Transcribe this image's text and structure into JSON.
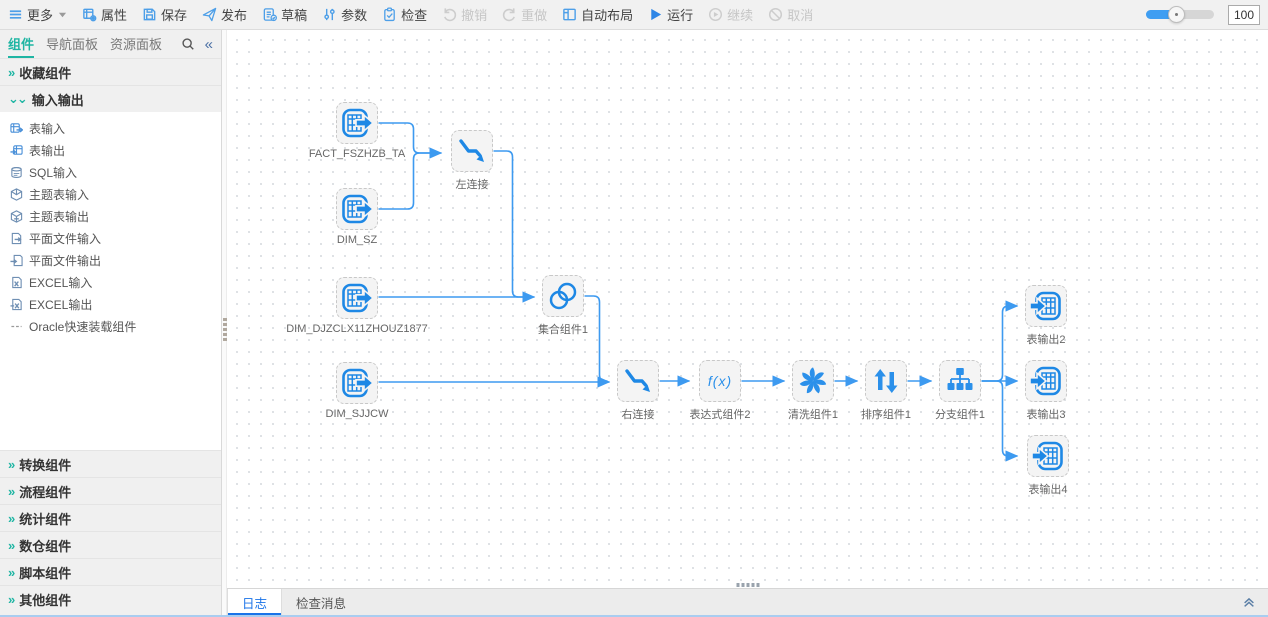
{
  "toolbar": {
    "buttons": [
      {
        "label": "更多",
        "state": "enabled"
      },
      {
        "label": "属性",
        "state": "enabled"
      },
      {
        "label": "保存",
        "state": "enabled"
      },
      {
        "label": "发布",
        "state": "enabled"
      },
      {
        "label": "草稿",
        "state": "enabled"
      },
      {
        "label": "参数",
        "state": "enabled"
      },
      {
        "label": "检查",
        "state": "enabled"
      },
      {
        "label": "撤销",
        "state": "disabled"
      },
      {
        "label": "重做",
        "state": "disabled"
      },
      {
        "label": "自动布局",
        "state": "enabled"
      },
      {
        "label": "运行",
        "state": "enabled"
      },
      {
        "label": "继续",
        "state": "disabled"
      },
      {
        "label": "取消",
        "state": "disabled"
      }
    ],
    "zoom_value": "100"
  },
  "sidebar": {
    "tabs": [
      {
        "label": "组件",
        "active": true
      },
      {
        "label": "导航面板",
        "active": false
      },
      {
        "label": "资源面板",
        "active": false
      }
    ],
    "sections": [
      {
        "label": "收藏组件",
        "expanded": false
      },
      {
        "label": "输入输出",
        "expanded": true
      },
      {
        "label": "转换组件",
        "expanded": false
      },
      {
        "label": "流程组件",
        "expanded": false
      },
      {
        "label": "统计组件",
        "expanded": false
      },
      {
        "label": "数仓组件",
        "expanded": false
      },
      {
        "label": "脚本组件",
        "expanded": false
      },
      {
        "label": "其他组件",
        "expanded": false
      }
    ],
    "io_items": [
      {
        "label": "表输入",
        "icon": "table-input-icon"
      },
      {
        "label": "表输出",
        "icon": "table-output-icon"
      },
      {
        "label": "SQL输入",
        "icon": "sql-input-icon"
      },
      {
        "label": "主题表输入",
        "icon": "subject-table-input-icon"
      },
      {
        "label": "主题表输出",
        "icon": "subject-table-output-icon"
      },
      {
        "label": "平面文件输入",
        "icon": "flat-file-input-icon"
      },
      {
        "label": "平面文件输出",
        "icon": "flat-file-output-icon"
      },
      {
        "label": "EXCEL输入",
        "icon": "excel-input-icon"
      },
      {
        "label": "EXCEL输出",
        "icon": "excel-output-icon"
      },
      {
        "label": "Oracle快速装载组件",
        "icon": "oracle-loader-icon"
      }
    ]
  },
  "canvas": {
    "nodes": [
      {
        "label": "FACT_FSZHZB_TA",
        "type": "table-input"
      },
      {
        "label": "DIM_SZ",
        "type": "table-input"
      },
      {
        "label": "左连接",
        "type": "join"
      },
      {
        "label": "DIM_DJZCLX11ZHOUZ1877",
        "type": "table-input"
      },
      {
        "label": "集合组件1",
        "type": "set"
      },
      {
        "label": "DIM_SJJCW",
        "type": "table-input"
      },
      {
        "label": "右连接",
        "type": "join"
      },
      {
        "label": "表达式组件2",
        "type": "expression"
      },
      {
        "label": "清洗组件1",
        "type": "clean"
      },
      {
        "label": "排序组件1",
        "type": "sort"
      },
      {
        "label": "分支组件1",
        "type": "branch"
      },
      {
        "label": "表输出2",
        "type": "table-output"
      },
      {
        "label": "表输出3",
        "type": "table-output"
      },
      {
        "label": "表输出4",
        "type": "table-output"
      }
    ],
    "connections": [
      {
        "from": "FACT_FSZHZB_TA",
        "to": "左连接"
      },
      {
        "from": "DIM_SZ",
        "to": "左连接"
      },
      {
        "from": "左连接",
        "to": "集合组件1"
      },
      {
        "from": "DIM_DJZCLX11ZHOUZ1877",
        "to": "集合组件1"
      },
      {
        "from": "集合组件1",
        "to": "右连接"
      },
      {
        "from": "DIM_SJJCW",
        "to": "右连接"
      },
      {
        "from": "右连接",
        "to": "表达式组件2"
      },
      {
        "from": "表达式组件2",
        "to": "清洗组件1"
      },
      {
        "from": "清洗组件1",
        "to": "排序组件1"
      },
      {
        "from": "排序组件1",
        "to": "分支组件1"
      },
      {
        "from": "分支组件1",
        "to": "表输出2"
      },
      {
        "from": "分支组件1",
        "to": "表输出3"
      },
      {
        "from": "分支组件1",
        "to": "表输出4"
      }
    ]
  },
  "bottom": {
    "tabs": [
      "日志",
      "检查消息"
    ]
  },
  "colors": {
    "accent_blue": "#1E88E5",
    "edge_blue": "#3D9AF0",
    "teal": "#1FB5A3",
    "toolbar_icon_blue": "#4D9FE8"
  }
}
